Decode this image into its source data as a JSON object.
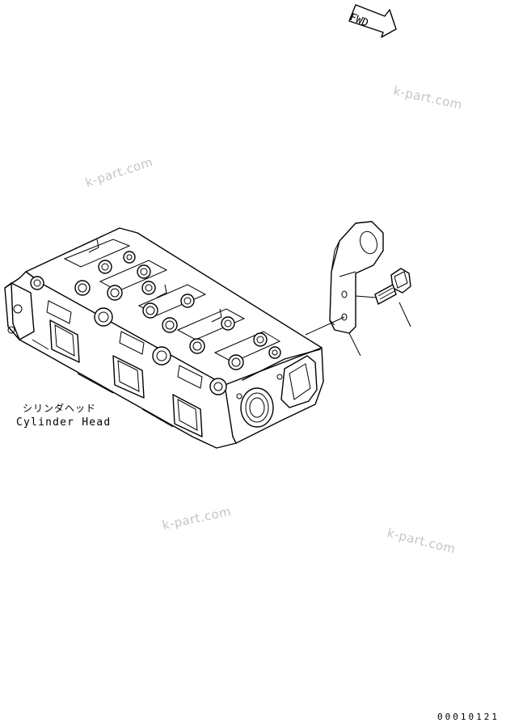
{
  "direction_marker": {
    "text": "FWD"
  },
  "part_label": {
    "japanese": "シリンダヘッド",
    "english": "Cylinder Head"
  },
  "watermarks": [
    "k-part.com",
    "k-part.com",
    "k-part.com",
    "k-part.com"
  ],
  "document_number": "00010121",
  "colors": {
    "line": "#000000",
    "watermark": "#c4c4c4",
    "background": "#ffffff"
  }
}
